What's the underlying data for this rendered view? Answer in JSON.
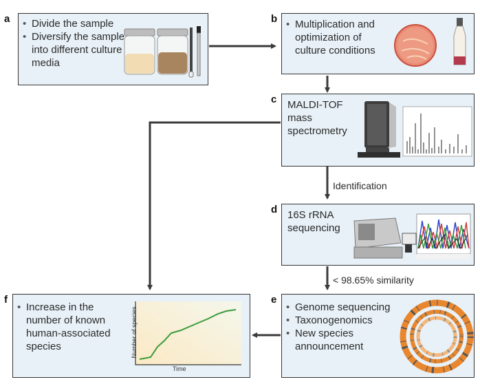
{
  "panels": {
    "a": {
      "letter": "a",
      "items": [
        "Divide the sample",
        "Diversify the sample into different culture media"
      ]
    },
    "b": {
      "letter": "b",
      "items": [
        "Multiplication and optimization of culture conditions"
      ]
    },
    "c": {
      "letter": "c",
      "text": "MALDI-TOF mass spectrometry"
    },
    "d": {
      "letter": "d",
      "text": "16S rRNA sequencing"
    },
    "e": {
      "letter": "e",
      "items": [
        "Genome sequencing",
        "Taxonogenomics",
        "New species announcement"
      ]
    },
    "f": {
      "letter": "f",
      "items": [
        "Increase in the number of known human-associated species"
      ],
      "plot": {
        "ylabel": "Number of species",
        "xlabel": "Time"
      }
    }
  },
  "edges": {
    "c_to_d": "Identification",
    "d_to_e": "< 98.65% similarity"
  },
  "colors": {
    "panel_bg": "#e8f1f7",
    "border": "#333333",
    "arrow": "#3a3a3a",
    "curve": "#3a9a3a",
    "ring_orange": "#e8872e"
  },
  "icons": [
    "sample-jars-icon",
    "swab-icon",
    "petri-dish-icon",
    "culture-bottle-icon",
    "maldi-instrument-icon",
    "mass-spectrum-icon",
    "sequencer-icon",
    "chromatogram-icon",
    "genome-ring-icon"
  ]
}
